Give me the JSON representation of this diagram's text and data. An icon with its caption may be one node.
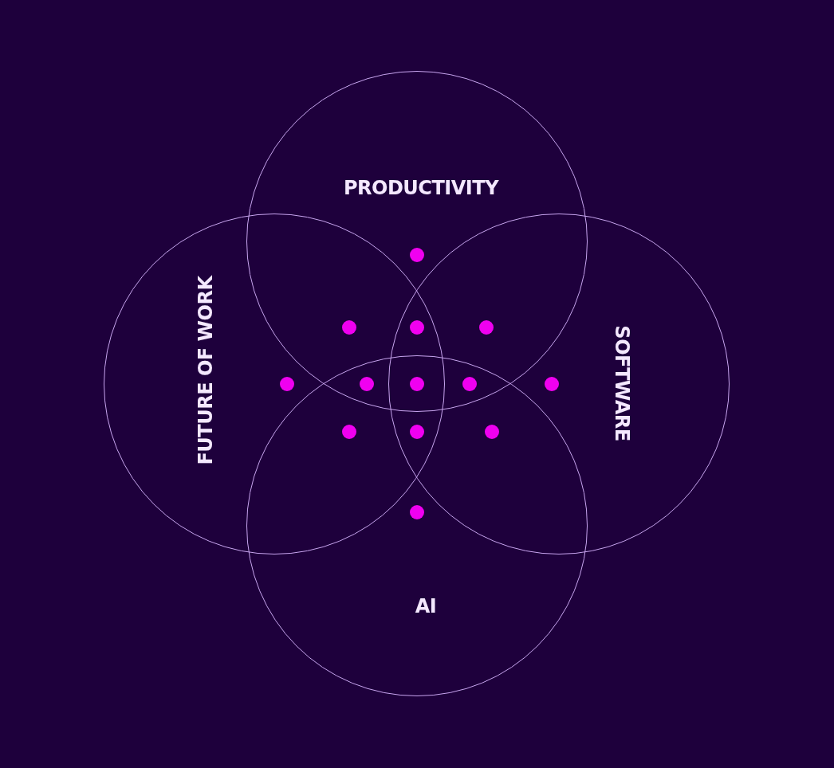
{
  "diagram": {
    "nodes": [
      {
        "text": [
          "PRODUCTIVITY"
        ]
      },
      {
        "text": [
          "FUTURE OF WORK"
        ]
      },
      {
        "text": [
          "SOFTWARE"
        ]
      },
      {
        "text": [
          "AI"
        ]
      }
    ]
  }
}
